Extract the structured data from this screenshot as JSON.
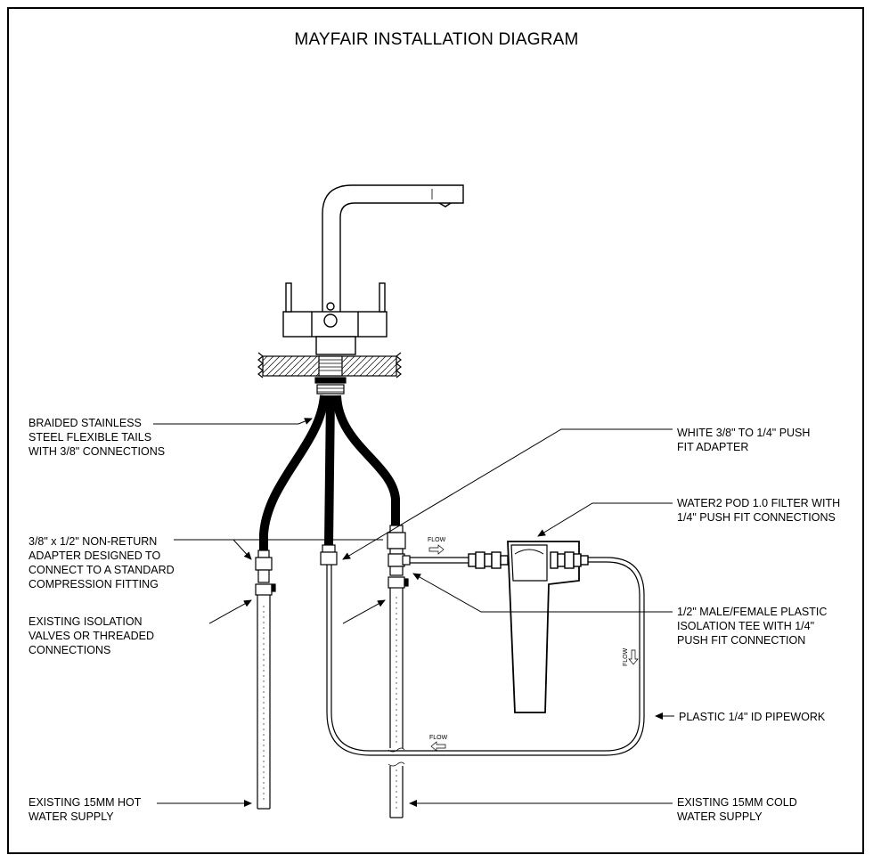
{
  "title": "MAYFAIR INSTALLATION DIAGRAM",
  "labels": {
    "braided_tails": [
      "BRAIDED STAINLESS",
      "STEEL FLEXIBLE TAILS",
      "WITH 3/8\" CONNECTIONS"
    ],
    "non_return": [
      "3/8\" x 1/2\" NON-RETURN",
      "ADAPTER DESIGNED TO",
      "CONNECT TO A STANDARD",
      "COMPRESSION FITTING"
    ],
    "isolation_valves": [
      "EXISTING ISOLATION",
      "VALVES OR THREADED",
      "CONNECTIONS"
    ],
    "hot_supply": [
      "EXISTING 15MM HOT",
      "WATER SUPPLY"
    ],
    "push_fit_adapter": [
      "WHITE 3/8\" TO 1/4\" PUSH",
      "FIT ADAPTER"
    ],
    "filter": [
      "WATER2 POD 1.0 FILTER WITH",
      "1/4\" PUSH FIT CONNECTIONS"
    ],
    "tee": [
      "1/2\" MALE/FEMALE PLASTIC",
      "ISOLATION TEE WITH 1/4\"",
      "PUSH FIT CONNECTION"
    ],
    "pipework": [
      "PLASTIC 1/4\" ID PIPEWORK"
    ],
    "cold_supply": [
      "EXISTING 15MM COLD",
      "WATER SUPPLY"
    ]
  },
  "flow_label": "FLOW"
}
